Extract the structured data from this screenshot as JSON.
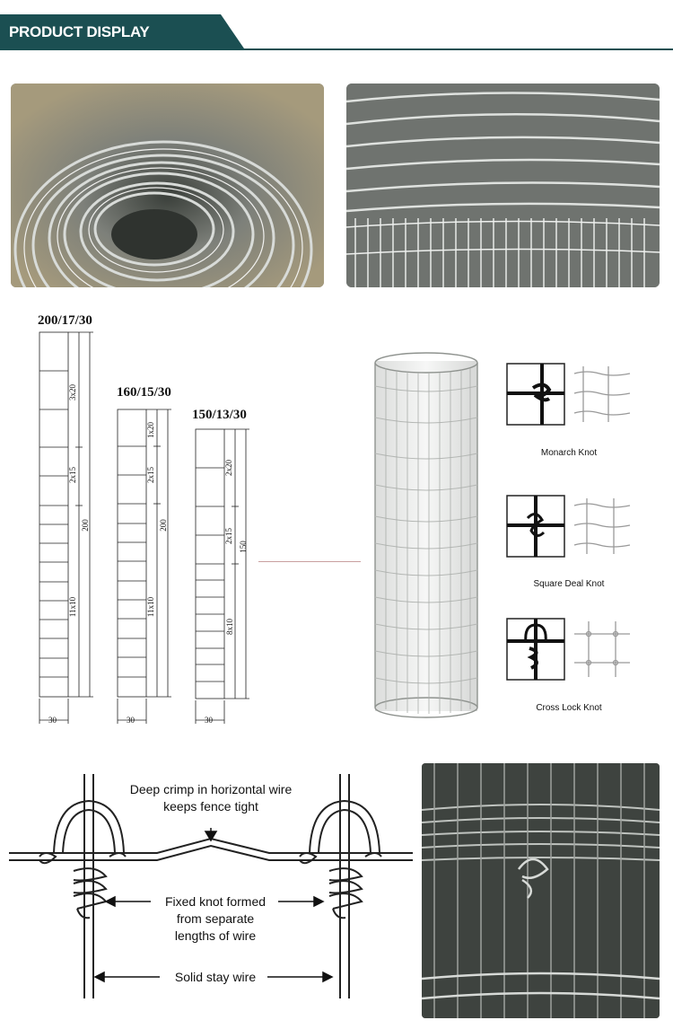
{
  "header": {
    "title": "PRODUCT DISPLAY",
    "color": "#1b4f52"
  },
  "specs": [
    {
      "label": "200/17/30",
      "segments": [
        "3x20",
        "2x15",
        "11x10"
      ],
      "height": "200",
      "width": "30"
    },
    {
      "label": "160/15/30",
      "segments": [
        "1x20",
        "2x15",
        "11x10"
      ],
      "height": "200",
      "width": "30"
    },
    {
      "label": "150/13/30",
      "segments": [
        "2x20",
        "2x15",
        "8x10"
      ],
      "height": "150",
      "width": "30"
    }
  ],
  "knots": [
    "Monarch Knot",
    "Square Deal Knot",
    "Cross Lock Knot"
  ],
  "diagram": {
    "crimp": [
      "Deep crimp in horizontal wire",
      "keeps fence tight"
    ],
    "knot": [
      "Fixed knot formed",
      "from separate",
      "lengths of wire"
    ],
    "stay": "Solid stay wire"
  }
}
